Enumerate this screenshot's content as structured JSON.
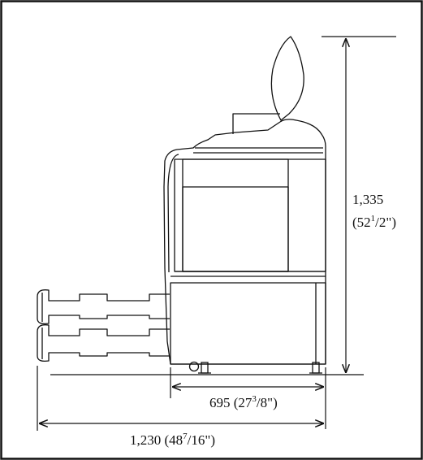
{
  "dimensions": {
    "height": {
      "value": "1,335",
      "inches_open": "(52",
      "inches_sup": "1",
      "inches_close": "/2\")"
    },
    "depth": {
      "value": "695 (27",
      "inches_sup": "3",
      "inches_close": "/8\")"
    },
    "total_width": {
      "value": "1,230 (48",
      "inches_sup": "7",
      "inches_close": "/16\")"
    }
  }
}
